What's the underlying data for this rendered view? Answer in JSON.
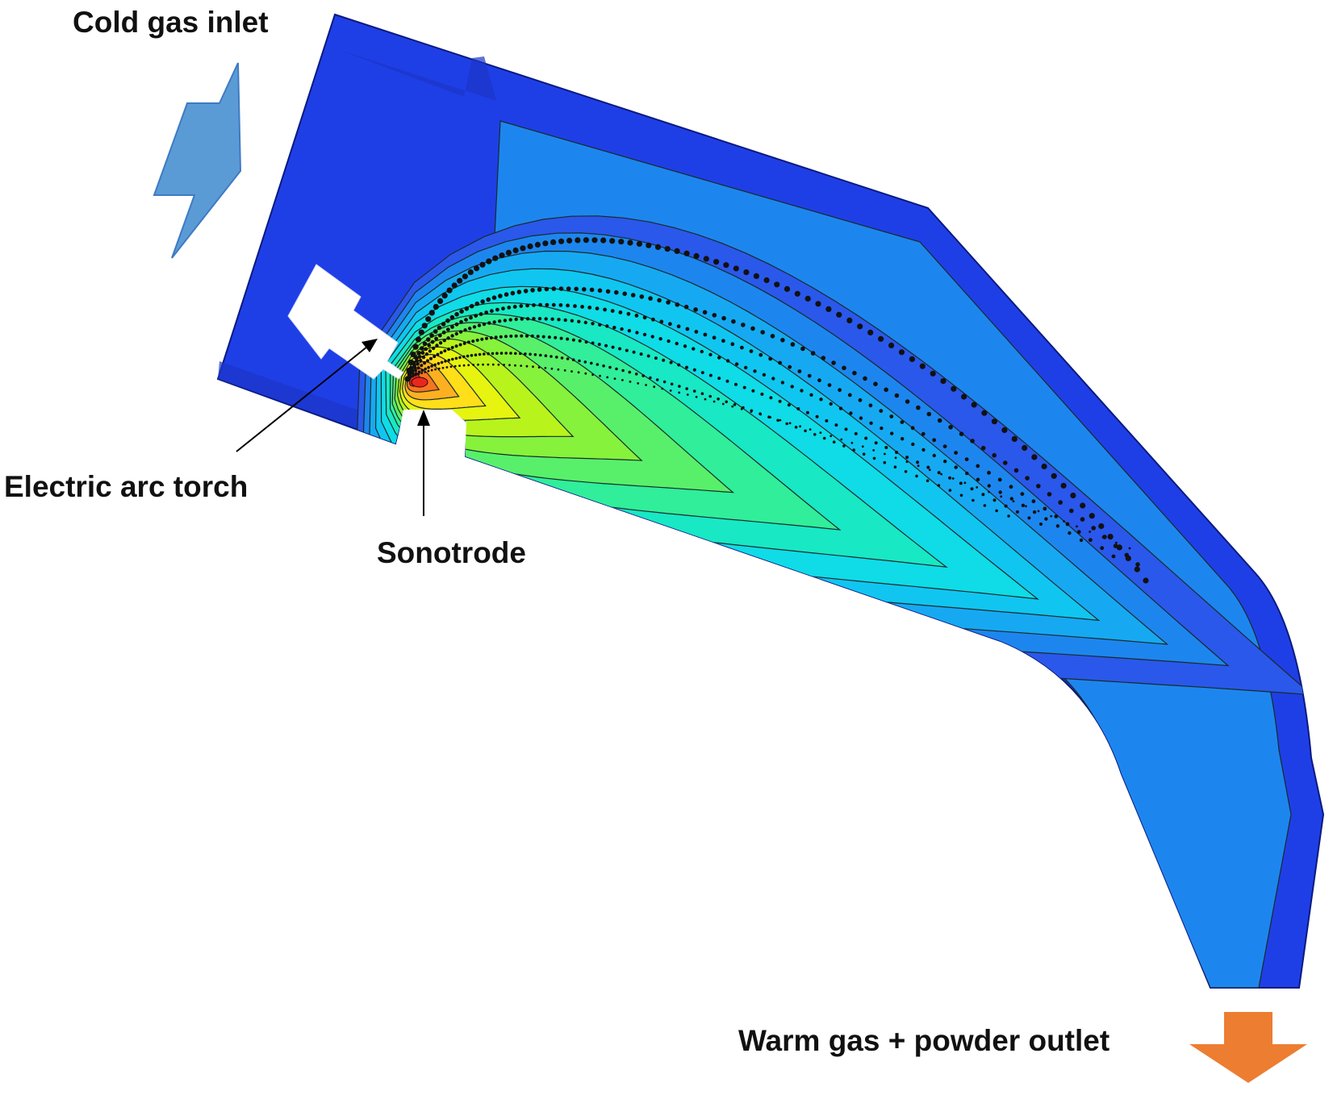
{
  "labels": {
    "cold_gas_inlet": "Cold gas inlet",
    "electric_arc_torch": "Electric arc torch",
    "sonotrode": "Sonotrode",
    "outlet": "Warm gas + powder outlet"
  },
  "colors": {
    "reactor_base": "#1f3fe6",
    "inlet_arrow": "#5b9bd5",
    "outlet_arrow": "#ed7d31",
    "hot_core": "#e8281e",
    "particle": "#111111"
  },
  "contour_palette": [
    "#2a58ea",
    "#1d86ee",
    "#16a9f2",
    "#10c6f0",
    "#0fdce6",
    "#18e8c4",
    "#30ee9a",
    "#58f06a",
    "#86f23c",
    "#b8f41c",
    "#e6f410",
    "#ffde1a",
    "#ffb020",
    "#f8741e",
    "#e8281e"
  ]
}
